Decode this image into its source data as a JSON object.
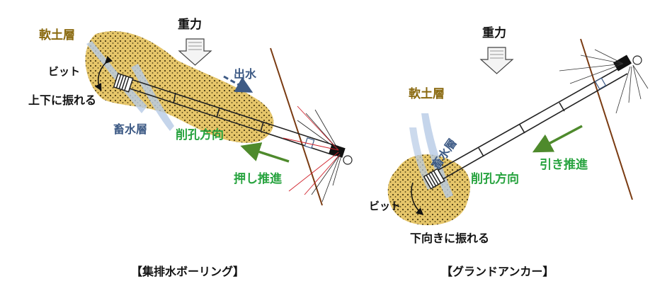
{
  "colors": {
    "soil": "#e6c66a",
    "aquifer": "#b7cbe6",
    "pipe": "#222222",
    "slope_line": "#7a3b12",
    "soft_soil_text": "#8a6a10",
    "aquifer_text": "#3d5a85",
    "action_text": "#27a33f",
    "water_arrow": "#3d5a85",
    "push_arrow": "#4e8a2c",
    "gravity_arrow": "#f4f4f4"
  },
  "left_diagram": {
    "gravity": "重力",
    "soft_soil": "軟土層",
    "bit": "ビット",
    "bit_motion": "上下に振れる",
    "aquifer": "畜水層",
    "water_outflow": "出水",
    "drill_direction": "削孔方向",
    "push_thrust": "押し推進",
    "caption": "【集排水ボーリング】"
  },
  "right_diagram": {
    "gravity": "重力",
    "soft_soil": "軟土層",
    "aquifer": "畜水層",
    "drill_direction": "削孔方向",
    "pull_thrust": "引き推進",
    "bit": "ビット",
    "bit_motion": "下向きに振れる",
    "caption": "【グランドアンカー】"
  }
}
